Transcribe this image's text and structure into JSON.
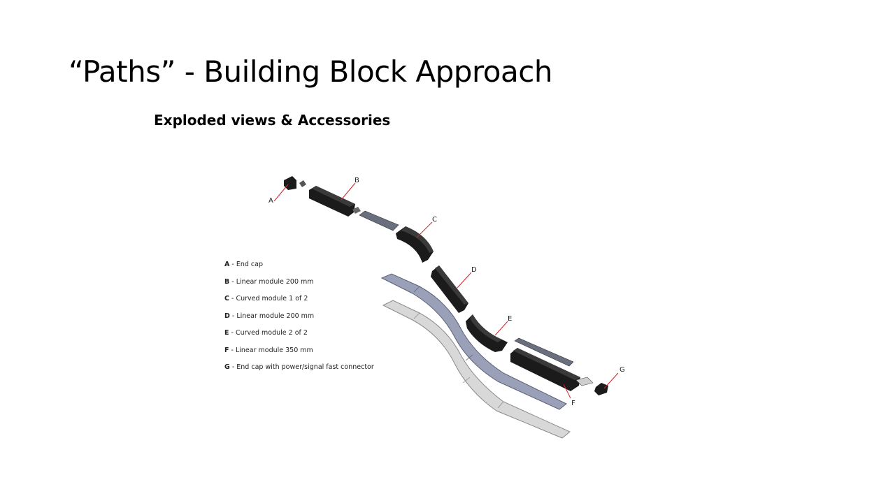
{
  "slide": {
    "title": "“Paths” - Building Block Approach",
    "subtitle": "Exploded views & Accessories"
  },
  "diagram": {
    "callouts": [
      "A",
      "B",
      "C",
      "D",
      "E",
      "F",
      "G"
    ],
    "legend": [
      {
        "letter": "A",
        "text": " - End cap"
      },
      {
        "letter": "B",
        "text": " - Linear module 200 mm"
      },
      {
        "letter": "C",
        "text": " - Curved module 1 of 2"
      },
      {
        "letter": "D",
        "text": " - Linear module 200 mm"
      },
      {
        "letter": "E",
        "text": " - Curved module 2 of 2"
      },
      {
        "letter": "F",
        "text": " - Linear module 350 mm"
      },
      {
        "letter": "G",
        "text": " - End cap with power/signal fast connector"
      }
    ],
    "colors": {
      "module": "#1b1b1b",
      "module_highlight": "#3a3a3a",
      "gasket": "#9aa0b8",
      "base_plate": "#d8d8d8",
      "leader": "#d0242b"
    }
  }
}
